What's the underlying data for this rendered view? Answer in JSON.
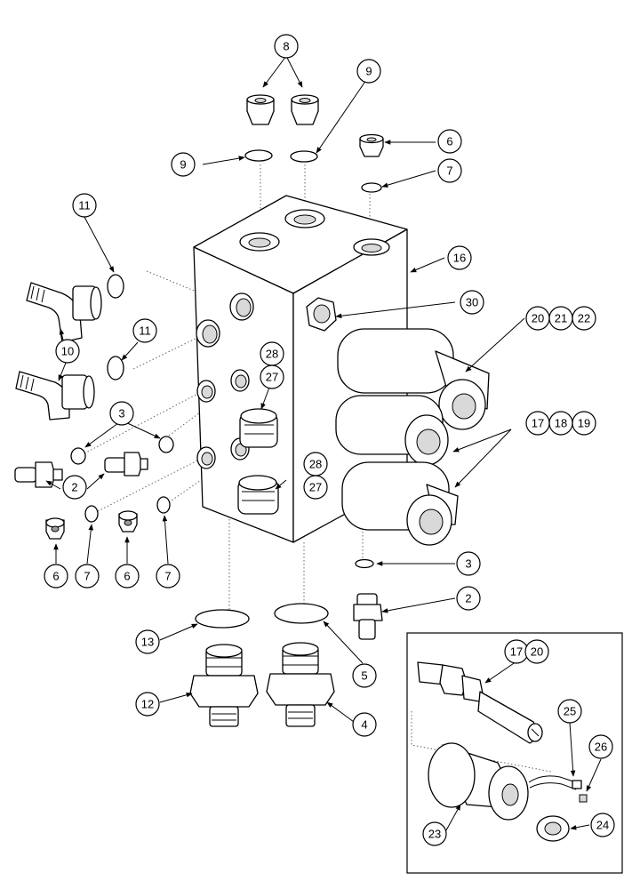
{
  "callouts": {
    "c8": "8",
    "c9a": "9",
    "c9b": "9",
    "c6a": "6",
    "c7a": "7",
    "c11a": "11",
    "c11b": "11",
    "c16": "16",
    "c30": "30",
    "c10": "10",
    "c20": "20",
    "c21": "21",
    "c22": "22",
    "c28a": "28",
    "c27a": "27",
    "c3a": "3",
    "c17": "17",
    "c18": "18",
    "c19": "19",
    "c2a": "2",
    "c28b": "28",
    "c27b": "27",
    "c6b": "6",
    "c7b": "7",
    "c6c": "6",
    "c7c": "7",
    "c3b": "3",
    "c2b": "2",
    "c13": "13",
    "c5": "5",
    "c12": "12",
    "c4": "4",
    "c17b": "17",
    "c20b": "20",
    "c25": "25",
    "c26": "26",
    "c23": "23",
    "c24": "24"
  }
}
